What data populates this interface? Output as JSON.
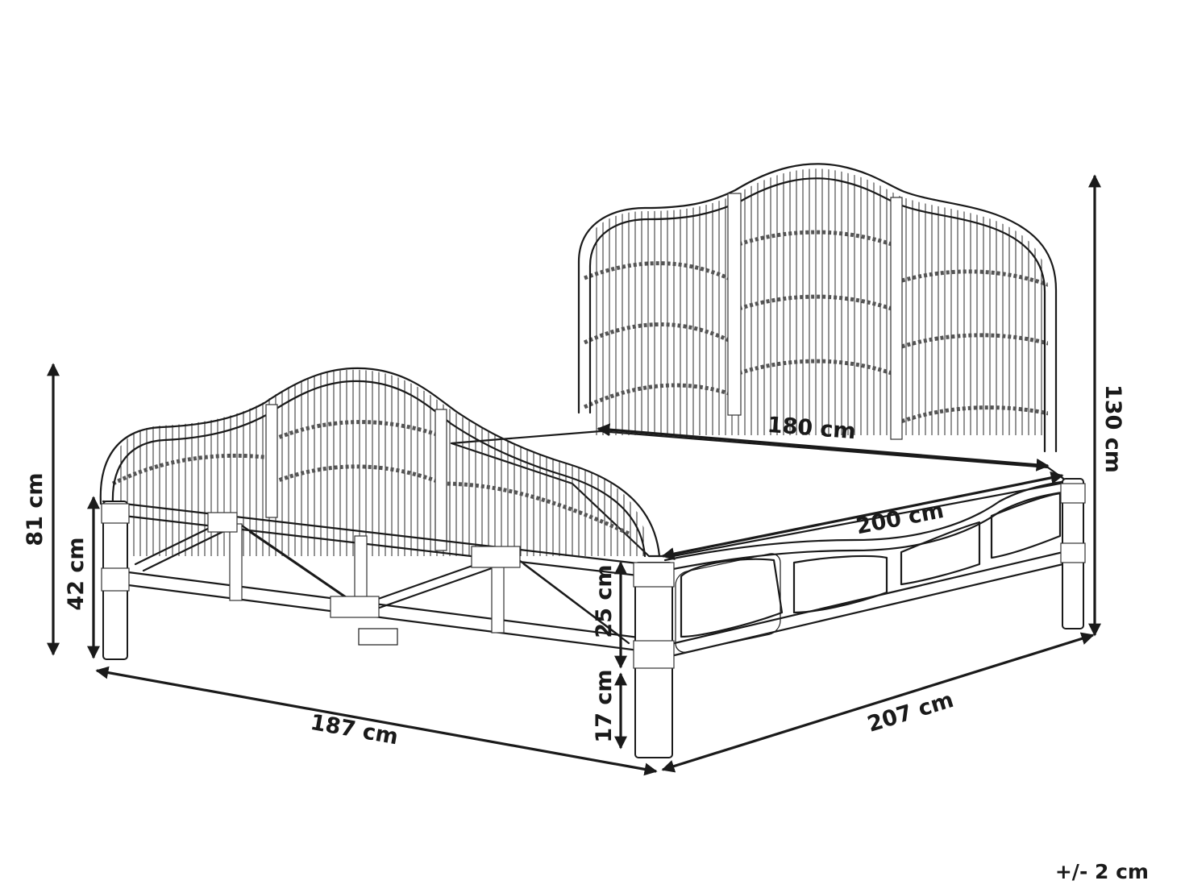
{
  "dimensions": {
    "headboard_height": "130 cm",
    "footboard_height": "81 cm",
    "side_rail_height": "42 cm",
    "rail_panel_height": "25 cm",
    "clearance_height": "17 cm",
    "inner_width": "180 cm",
    "inner_length": "200 cm",
    "overall_width": "187 cm",
    "overall_length": "207 cm"
  },
  "tolerance": "+/- 2 cm",
  "icons": {
    "arrow": "double-headed-dimension-arrow"
  }
}
